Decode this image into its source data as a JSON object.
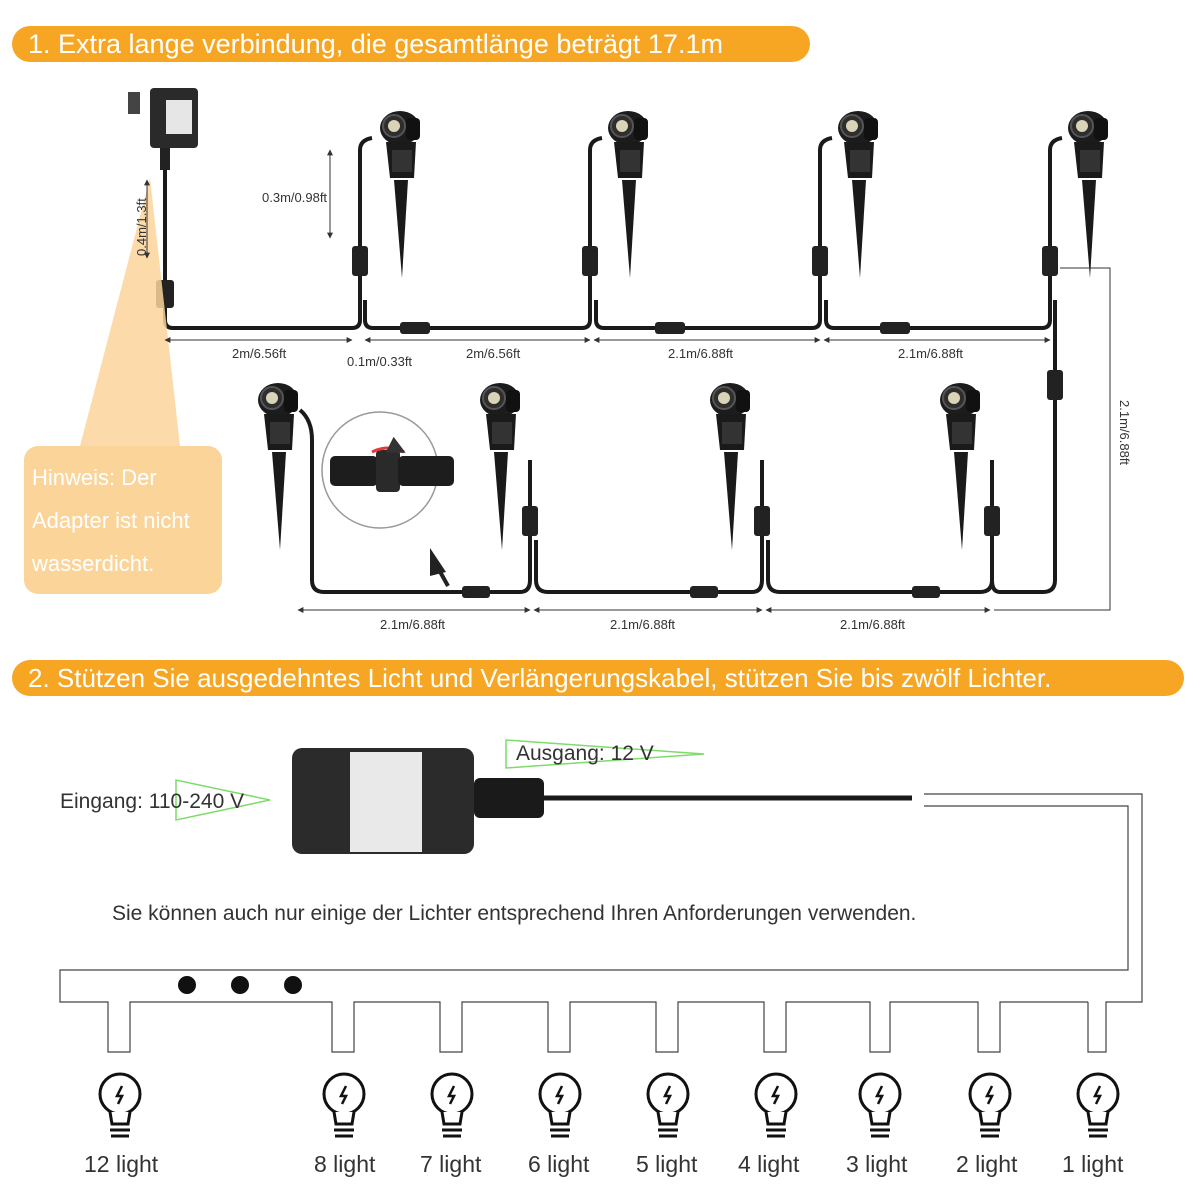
{
  "section1": {
    "title": "1. Extra lange verbindung, die gesamtlänge beträgt 17.1m"
  },
  "section2": {
    "title": "2. Stützen Sie ausgedehntes Licht und Verlängerungskabel, stützen Sie bis zwölf Lichter."
  },
  "note": {
    "line1": "Hinweis: Der",
    "line2": "Adapter ist nicht",
    "line3": "wasserdicht."
  },
  "dimensions": {
    "adapter_cable": "0.4m/1.3ft",
    "stake_height": "0.3m/0.98ft",
    "row1": [
      "2m/6.56ft",
      "0.1m/0.33ft",
      "2m/6.56ft",
      "2.1m/6.88ft",
      "2.1m/6.88ft"
    ],
    "row2": [
      "2.1m/6.88ft",
      "2.1m/6.88ft",
      "2.1m/6.88ft"
    ],
    "vertical": "2.1m/6.88ft"
  },
  "power": {
    "input": "Eingang: 110-240 V",
    "output": "Ausgang: 12 V"
  },
  "hint": "Sie können auch nur einige der Lichter entsprechend Ihren Anforderungen verwenden.",
  "lights": [
    "12 light",
    "8 light",
    "7 light",
    "6 light",
    "5 light",
    "4 light",
    "3 light",
    "2 light",
    "1 light"
  ],
  "colors": {
    "accent": "#f6a623",
    "note_bg": "#fbd49a",
    "cable": "#1a1a1a",
    "arrow_outline": "#7ddc6a"
  }
}
